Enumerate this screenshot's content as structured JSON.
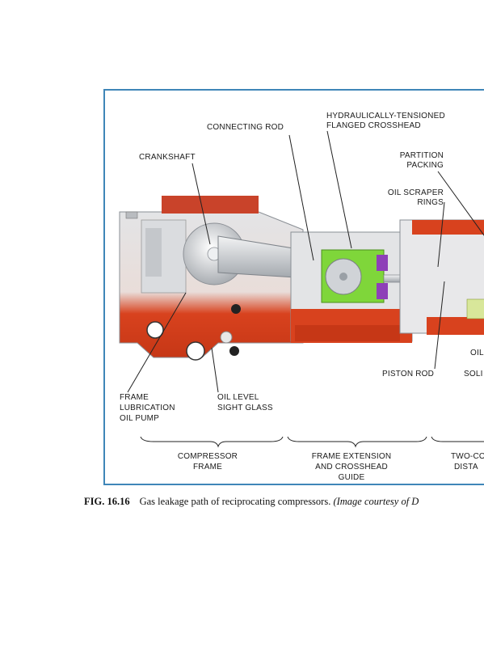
{
  "labels": {
    "connecting_rod": "CONNECTING ROD",
    "crosshead_line1": "HYDRAULICALLY-TENSIONED",
    "crosshead_line2": "FLANGED CROSSHEAD",
    "crankshaft": "CRANKSHAFT",
    "partition_line1": "PARTITION",
    "partition_line2": "PACKING",
    "scraper_line1": "OIL SCRAPER",
    "scraper_line2": "RINGS",
    "oil_partial": "OIL",
    "piston_rod": "PISTON ROD",
    "soli_partial": "SOLI",
    "pump_line1": "FRAME",
    "pump_line2": "LUBRICATION",
    "pump_line3": "OIL PUMP",
    "sight_line1": "OIL LEVEL",
    "sight_line2": "SIGHT GLASS"
  },
  "sections": {
    "frame_line1": "COMPRESSOR",
    "frame_line2": "FRAME",
    "ext_line1": "FRAME EXTENSION",
    "ext_line2": "AND CROSSHEAD",
    "ext_line3": "GUIDE",
    "two_line1": "TWO-CO",
    "two_line2": "DISTA"
  },
  "caption": {
    "number": "FIG. 16.16",
    "text": "Gas leakage path of reciprocating compressors. ",
    "source": "(Image courtesy of D"
  },
  "colors": {
    "border": "#3f86b8",
    "frame_red": "#d8421e",
    "crosshead_green": "#7fd63a",
    "metal": "#c9ccd0"
  }
}
